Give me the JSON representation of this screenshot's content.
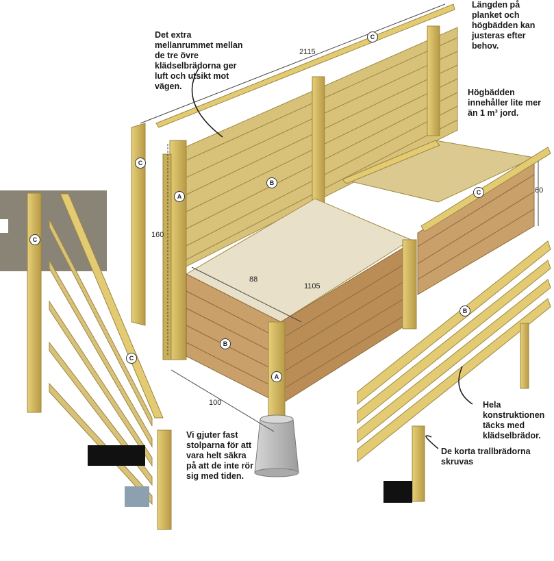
{
  "annotations": {
    "length_note": "Längden på planket och högbädden kan justeras efter behov.",
    "gap_note": "Det extra mellanrummet mellan de tre övre klädselbrädorna ger luft och utsikt mot vägen.",
    "volume_note": "Högbädden innehåller lite mer än 1 m³ jord.",
    "posts_note": "Vi gjuter fast stolparna för att vara helt säkra på att de inte rör sig med tiden.",
    "cover_note": "Hela konstruktionen täcks med klädselbrädor.",
    "screw_note": "De korta trallbrädorna skruvas"
  },
  "dimensions": {
    "length": "2115",
    "height": "160",
    "depth": "100",
    "bed_width": "88",
    "bed_length": "1105",
    "bed_height": "60"
  },
  "part_labels": {
    "a": "A",
    "b": "B",
    "c": "C"
  },
  "colors": {
    "wood": "#d9c06a",
    "wood_dark": "#b89a45",
    "wood_light": "#ecd98e",
    "concrete": "#bfbfbf",
    "bed_wood": "#c8a070"
  }
}
